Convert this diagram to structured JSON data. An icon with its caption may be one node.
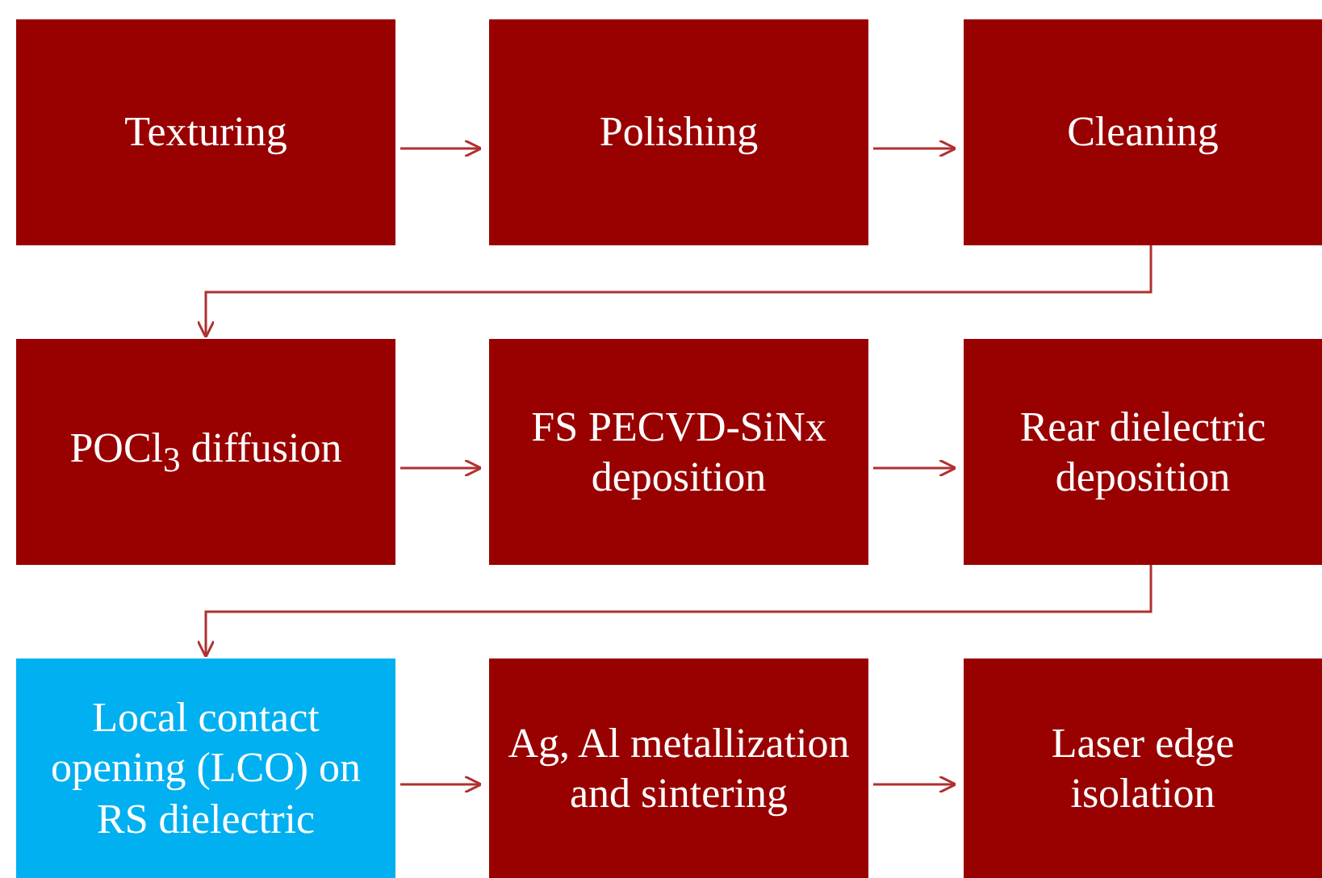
{
  "diagram": {
    "nodes": [
      {
        "text": [
          "Texturing"
        ]
      },
      {
        "text": [
          "Polishing"
        ]
      },
      {
        "text": [
          "Cleaning"
        ]
      },
      {
        "text": [
          "POCl$_{3}$ diffusion"
        ]
      },
      {
        "text": [
          "FS PECVD-SiNx deposition"
        ]
      },
      {
        "text": [
          "Rear dielectric deposition"
        ]
      },
      {
        "text": [
          "Local contact opening (LCO) on RS dielectric"
        ]
      },
      {
        "text": [
          "Ag, Al metallization and sintering"
        ]
      },
      {
        "text": [
          "Laser edge isolation"
        ]
      }
    ],
    "edges": [
      {
        "from": 0,
        "to": 1,
        "arrow": "to"
      },
      {
        "from": 1,
        "to": 2,
        "arrow": "to"
      },
      {
        "from": 2,
        "to": 3,
        "arrow": "to"
      },
      {
        "from": 3,
        "to": 4,
        "arrow": "to"
      },
      {
        "from": 4,
        "to": 5,
        "arrow": "to"
      },
      {
        "from": 5,
        "to": 6,
        "arrow": "to"
      },
      {
        "from": 6,
        "to": 7,
        "arrow": "to"
      },
      {
        "from": 7,
        "to": 8,
        "arrow": "to"
      }
    ]
  }
}
